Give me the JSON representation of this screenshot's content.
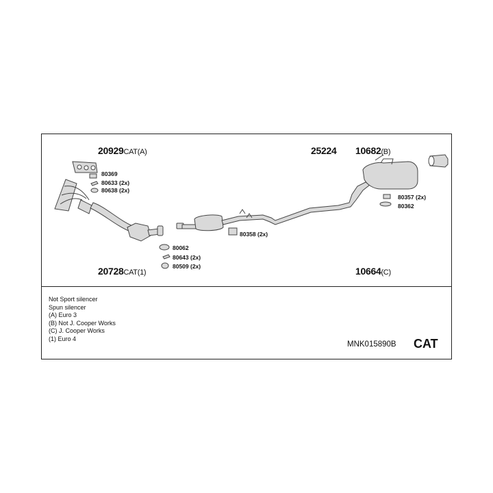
{
  "parts": {
    "p20929": {
      "number": "20929",
      "suffix": "CAT(A)"
    },
    "p25224": {
      "number": "25224"
    },
    "p10682": {
      "number": "10682",
      "suffix": "(B)"
    },
    "p20728": {
      "number": "20728",
      "suffix": "CAT(1)"
    },
    "p10664": {
      "number": "10664",
      "suffix": "(C)"
    }
  },
  "fittings": {
    "f80369": "80369",
    "f80633": "80633 (2x)",
    "f80638": "80638 (2x)",
    "f80062": "80062",
    "f80643": "80643 (2x)",
    "f80509": "80509 (2x)",
    "f80358": "80358 (2x)",
    "f80357": "80357 (2x)",
    "f80362": "80362"
  },
  "notes": [
    "Not Sport silencer",
    "Spun silencer",
    "(A) Euro 3",
    "(B) Not J. Cooper Works",
    "(C) J. Cooper Works",
    "(1) Euro 4"
  ],
  "footer": {
    "code": "MNK015890B",
    "category": "CAT"
  },
  "colors": {
    "line": "#222222",
    "part_fill": "#d9d9d9",
    "part_stroke": "#444444"
  }
}
